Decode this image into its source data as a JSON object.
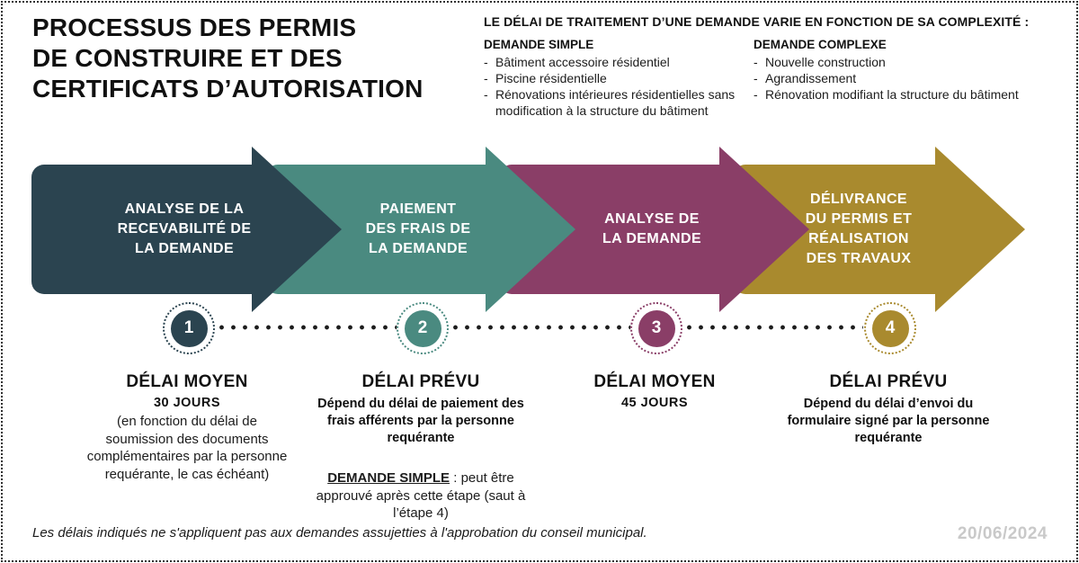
{
  "title_lines": [
    "PROCESSUS DES PERMIS",
    "DE CONSTRUIRE ET DES",
    "CERTIFICATS D’AUTORISATION"
  ],
  "intro": {
    "heading": "LE DÉLAI DE TRAITEMENT D’UNE DEMANDE VARIE EN FONCTION DE SA COMPLEXITÉ :",
    "simple": {
      "heading": "DEMANDE SIMPLE",
      "items": [
        "Bâtiment accessoire résidentiel",
        "Piscine résidentielle",
        "Rénovations intérieures résidentielles sans modification à la structure du bâtiment"
      ]
    },
    "complexe": {
      "heading": "DEMANDE COMPLEXE",
      "items": [
        "Nouvelle construction",
        "Agrandissement",
        "Rénovation modifiant la structure du bâtiment"
      ]
    }
  },
  "colors": {
    "step1": "#2b4450",
    "step2": "#4a8a80",
    "step3": "#8a3e67",
    "step4": "#a98a2e"
  },
  "steps": [
    {
      "number": "1",
      "label_lines": [
        "ANALYSE DE LA",
        "RECEVABILITÉ DE",
        "LA DEMANDE"
      ],
      "delay_heading": "DÉLAI MOYEN",
      "delay_value": "30 JOURS",
      "delay_note": "(en fonction du délai de soumission des documents complémentaires par la personne requérante, le cas échéant)"
    },
    {
      "number": "2",
      "label_lines": [
        "PAIEMENT",
        "DES FRAIS DE",
        "LA DEMANDE"
      ],
      "delay_heading": "DÉLAI PRÉVU",
      "delay_note_bold": "Dépend du délai de paiement des frais afférents par la personne requérante",
      "extra_label": "DEMANDE SIMPLE",
      "extra_text": " : peut être approuvé après cette étape (saut à l’étape 4)"
    },
    {
      "number": "3",
      "label_lines": [
        "ANALYSE DE",
        "LA DEMANDE"
      ],
      "delay_heading": "DÉLAI MOYEN",
      "delay_value": "45 JOURS"
    },
    {
      "number": "4",
      "label_lines": [
        "DÉLIVRANCE",
        "DU PERMIS ET",
        "RÉALISATION",
        "DES TRAVAUX"
      ],
      "delay_heading": "DÉLAI PRÉVU",
      "delay_note_bold": "Dépend du délai d’envoi du formulaire signé par la personne requérante"
    }
  ],
  "footer": {
    "note": "Les délais indiqués ne s'appliquent pas aux demandes assujetties à l'approbation du conseil municipal.",
    "date": "20/06/2024"
  }
}
